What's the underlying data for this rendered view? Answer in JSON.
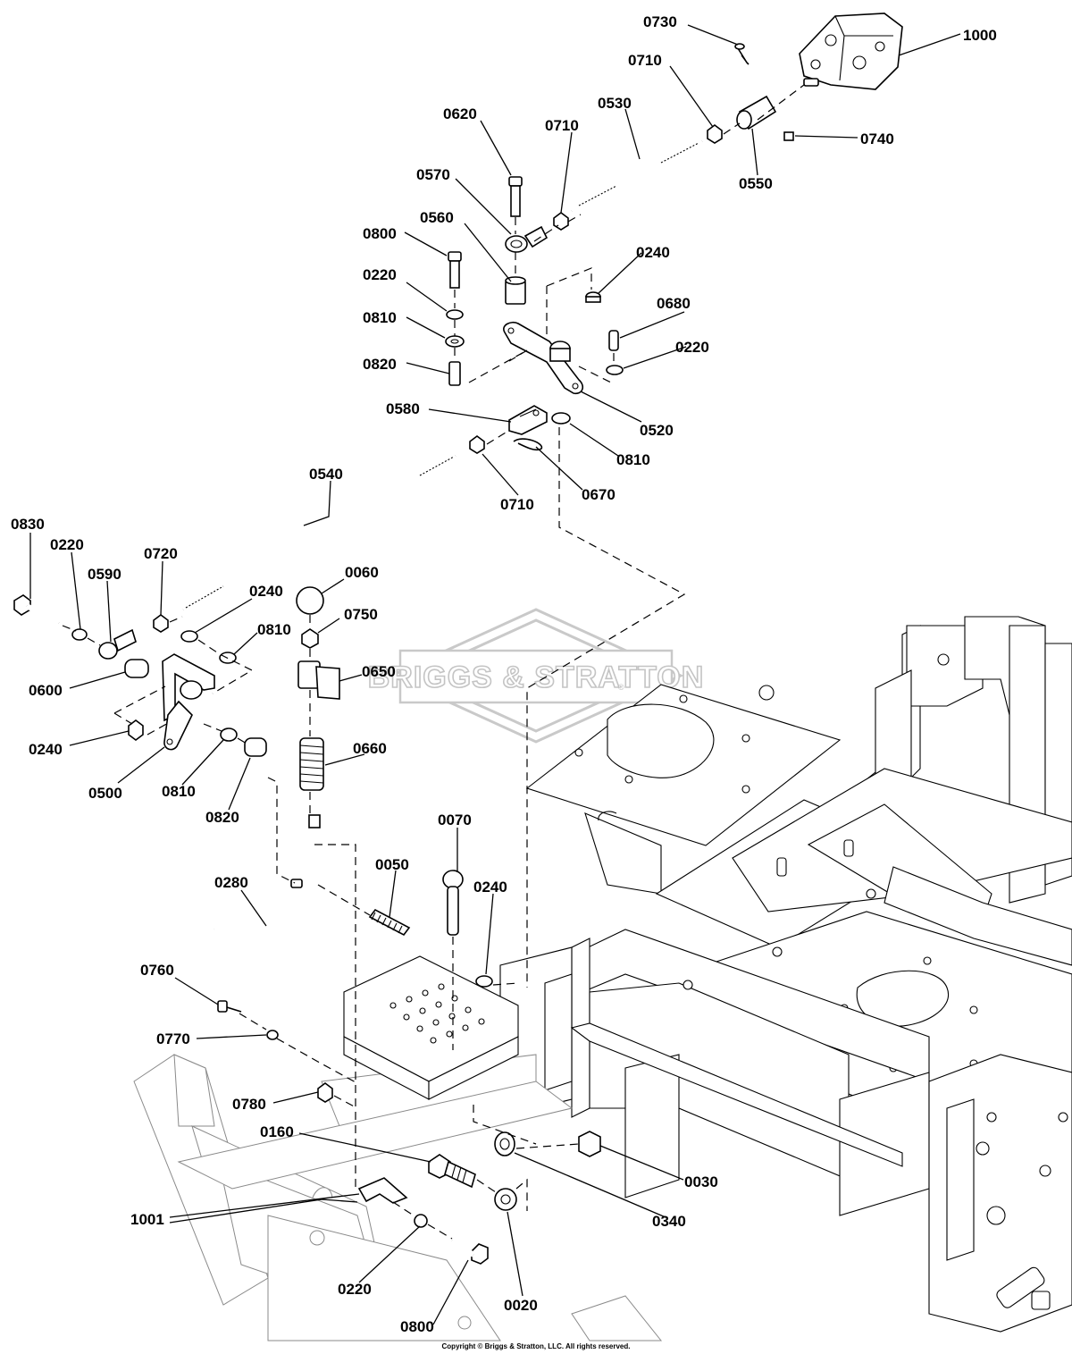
{
  "watermark": {
    "brand": "BRIGGS & STRATTON",
    "brand_mark": "®"
  },
  "copyright": "Copyright © Briggs & Stratton, LLC. All rights reserved.",
  "callouts": [
    {
      "id": "0730",
      "label": "0730"
    },
    {
      "id": "1000",
      "label": "1000"
    },
    {
      "id": "0710a",
      "label": "0710"
    },
    {
      "id": "0530",
      "label": "0530"
    },
    {
      "id": "0620",
      "label": "0620"
    },
    {
      "id": "0710b",
      "label": "0710"
    },
    {
      "id": "0740",
      "label": "0740"
    },
    {
      "id": "0550",
      "label": "0550"
    },
    {
      "id": "0570",
      "label": "0570"
    },
    {
      "id": "0560",
      "label": "0560"
    },
    {
      "id": "0800a",
      "label": "0800"
    },
    {
      "id": "0240a",
      "label": "0240"
    },
    {
      "id": "0220a",
      "label": "0220"
    },
    {
      "id": "0680",
      "label": "0680"
    },
    {
      "id": "0810a",
      "label": "0810"
    },
    {
      "id": "0220b",
      "label": "0220"
    },
    {
      "id": "0820a",
      "label": "0820"
    },
    {
      "id": "0580",
      "label": "0580"
    },
    {
      "id": "0520",
      "label": "0520"
    },
    {
      "id": "0810b",
      "label": "0810"
    },
    {
      "id": "0540",
      "label": "0540"
    },
    {
      "id": "0670",
      "label": "0670"
    },
    {
      "id": "0710c",
      "label": "0710"
    },
    {
      "id": "0830",
      "label": "0830"
    },
    {
      "id": "0220c",
      "label": "0220"
    },
    {
      "id": "0720",
      "label": "0720"
    },
    {
      "id": "0590",
      "label": "0590"
    },
    {
      "id": "0060",
      "label": "0060"
    },
    {
      "id": "0240b",
      "label": "0240"
    },
    {
      "id": "0750",
      "label": "0750"
    },
    {
      "id": "0810c",
      "label": "0810"
    },
    {
      "id": "0600",
      "label": "0600"
    },
    {
      "id": "0650",
      "label": "0650"
    },
    {
      "id": "0240c",
      "label": "0240"
    },
    {
      "id": "0660",
      "label": "0660"
    },
    {
      "id": "0500",
      "label": "0500"
    },
    {
      "id": "0810d",
      "label": "0810"
    },
    {
      "id": "0820b",
      "label": "0820"
    },
    {
      "id": "0070",
      "label": "0070"
    },
    {
      "id": "0050",
      "label": "0050"
    },
    {
      "id": "0240d",
      "label": "0240"
    },
    {
      "id": "0280",
      "label": "0280"
    },
    {
      "id": "0760",
      "label": "0760"
    },
    {
      "id": "0770",
      "label": "0770"
    },
    {
      "id": "0780",
      "label": "0780"
    },
    {
      "id": "0160",
      "label": "0160"
    },
    {
      "id": "0030",
      "label": "0030"
    },
    {
      "id": "1001",
      "label": "1001"
    },
    {
      "id": "0340",
      "label": "0340"
    },
    {
      "id": "0220d",
      "label": "0220"
    },
    {
      "id": "0020",
      "label": "0020"
    },
    {
      "id": "0800b",
      "label": "0800"
    }
  ]
}
